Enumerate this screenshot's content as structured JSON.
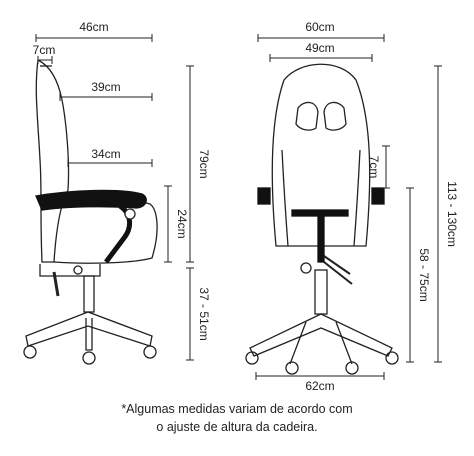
{
  "dimensions": {
    "side_total_depth": "46cm",
    "side_headrest_depth": "7cm",
    "side_upper_back_depth": "39cm",
    "side_lower_back_depth": "34cm",
    "backrest_height": "79cm",
    "armrest_height": "24cm",
    "seat_height_range": "37 - 51cm",
    "front_backrest_width": "60cm",
    "front_inner_width": "49cm",
    "front_cushion_height": "7cm",
    "total_height_range": "113 - 130cm",
    "front_seat_height_range": "58 - 75cm",
    "base_width": "62cm"
  },
  "footnote": {
    "line1": "*Algumas medidas variam de acordo com",
    "line2": "o ajuste de altura da cadeira."
  }
}
